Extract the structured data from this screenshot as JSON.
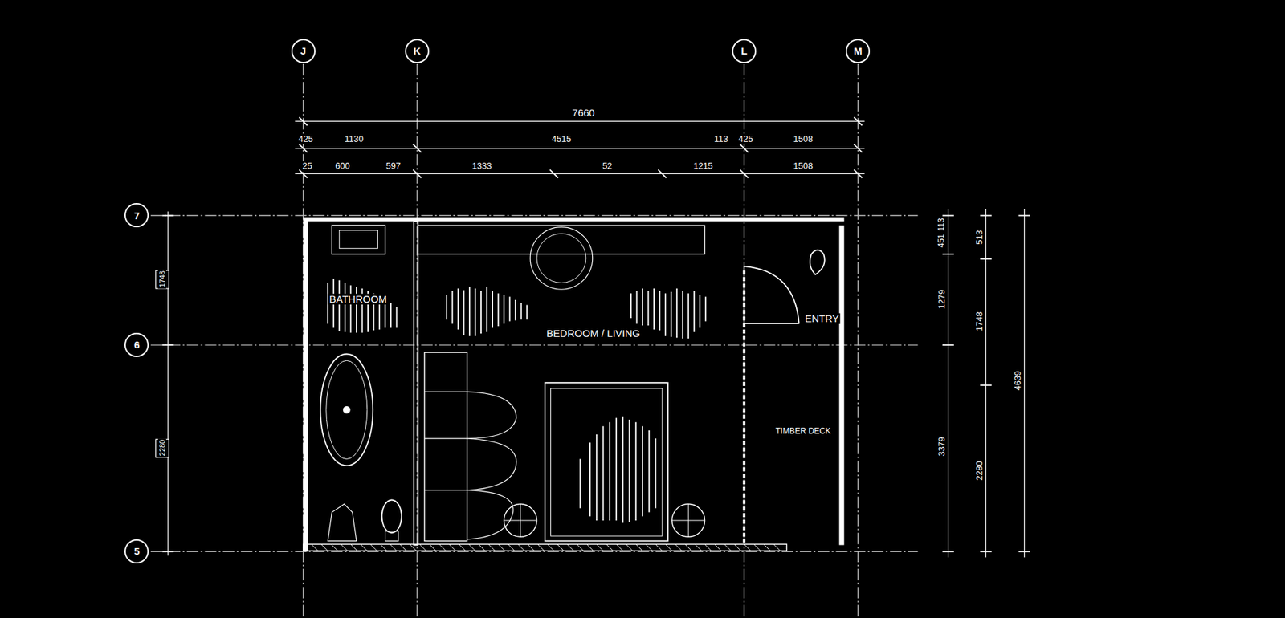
{
  "diagram": {
    "nodes": [
      {
        "text": [
          "J"
        ]
      },
      {
        "text": [
          "K"
        ]
      },
      {
        "text": [
          "L"
        ]
      },
      {
        "text": [
          "M"
        ]
      },
      {
        "text": [
          "7"
        ]
      },
      {
        "text": [
          "6"
        ]
      },
      {
        "text": [
          "5"
        ]
      }
    ],
    "labels": [
      "7660",
      "425",
      "1130",
      "4515",
      "113",
      "425",
      "1508",
      "25",
      "600",
      "597",
      "1333",
      "52",
      "1215",
      "1508",
      "113",
      "451",
      "1279",
      "3379",
      "513",
      "1748",
      "2280",
      "4639",
      "1748",
      "2280",
      "BATHROOM",
      "BEDROOM / LIVING",
      "ENTRY",
      "TIMBER DECK"
    ]
  }
}
